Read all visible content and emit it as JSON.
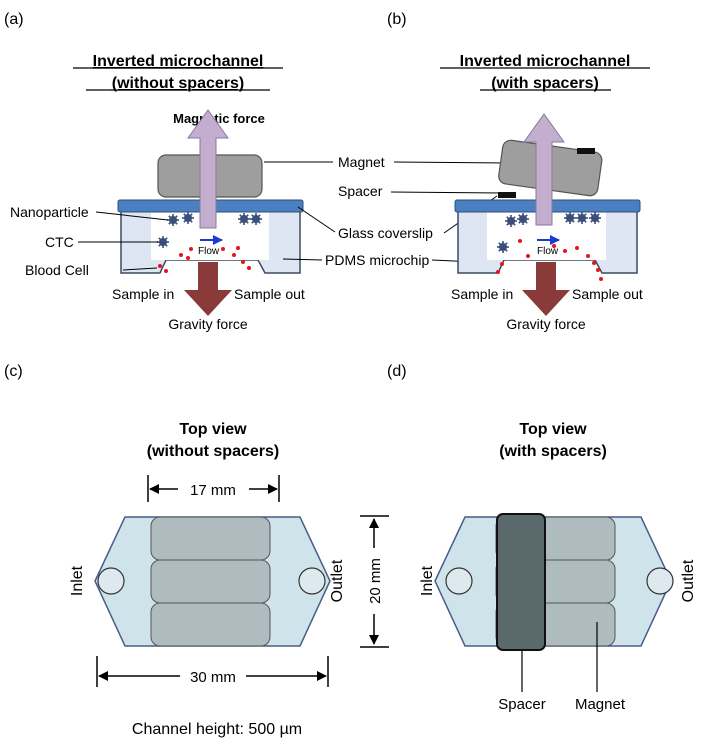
{
  "colors": {
    "coverslip": "#4a7fc1",
    "chip_fill": "#dde6f2",
    "chip_stroke": "#3d4a66",
    "magnet": "#9e9e9e",
    "magnetic_arrow": "#c4aed0",
    "gravity_arrow": "#8b3a3a",
    "blood_cell": "#e8141c",
    "flow_arrow": "#1a39d6",
    "magnetic_text": "#4b3d7a",
    "gravity_text": "#8b3a3a",
    "inlet_text": "#1e2b8a",
    "topview_chip": "#cfe3ea",
    "topview_magnet": "#a9b5b7",
    "spacer_top": "#5a6a6c"
  },
  "panels": {
    "a": {
      "label": "(a)",
      "title_line1": "Inverted microchannel",
      "title_line2": "(without spacers)",
      "magnetic_force": "Magnetic force",
      "gravity_force": "Gravity force",
      "flow": "Flow",
      "sample_in": "Sample in",
      "sample_out": "Sample out",
      "nanoparticle": "Nanoparticle",
      "ctc": "CTC",
      "blood_cell": "Blood Cell"
    },
    "b": {
      "label": "(b)",
      "title_line1": "Inverted microchannel",
      "title_line2": "(with spacers)",
      "flow": "Flow",
      "sample_in": "Sample in",
      "sample_out": "Sample out",
      "gravity_force": "Gravity force"
    },
    "shared_labels": {
      "magnet": "Magnet",
      "spacer": "Spacer",
      "glass_coverslip": "Glass coverslip",
      "pdms_microchip": "PDMS microchip"
    },
    "c": {
      "label": "(c)",
      "title_line1": "Top view",
      "title_line2": "(without spacers)",
      "dim_width": "17 mm",
      "dim_length": "30 mm",
      "dim_height": "20 mm",
      "inlet": "Inlet",
      "outlet": "Outlet",
      "channel_height": "Channel height: 500 µm"
    },
    "d": {
      "label": "(d)",
      "title_line1": "Top view",
      "title_line2": "(with spacers)",
      "inlet": "Inlet",
      "outlet": "Outlet",
      "spacer": "Spacer",
      "magnet": "Magnet"
    }
  }
}
